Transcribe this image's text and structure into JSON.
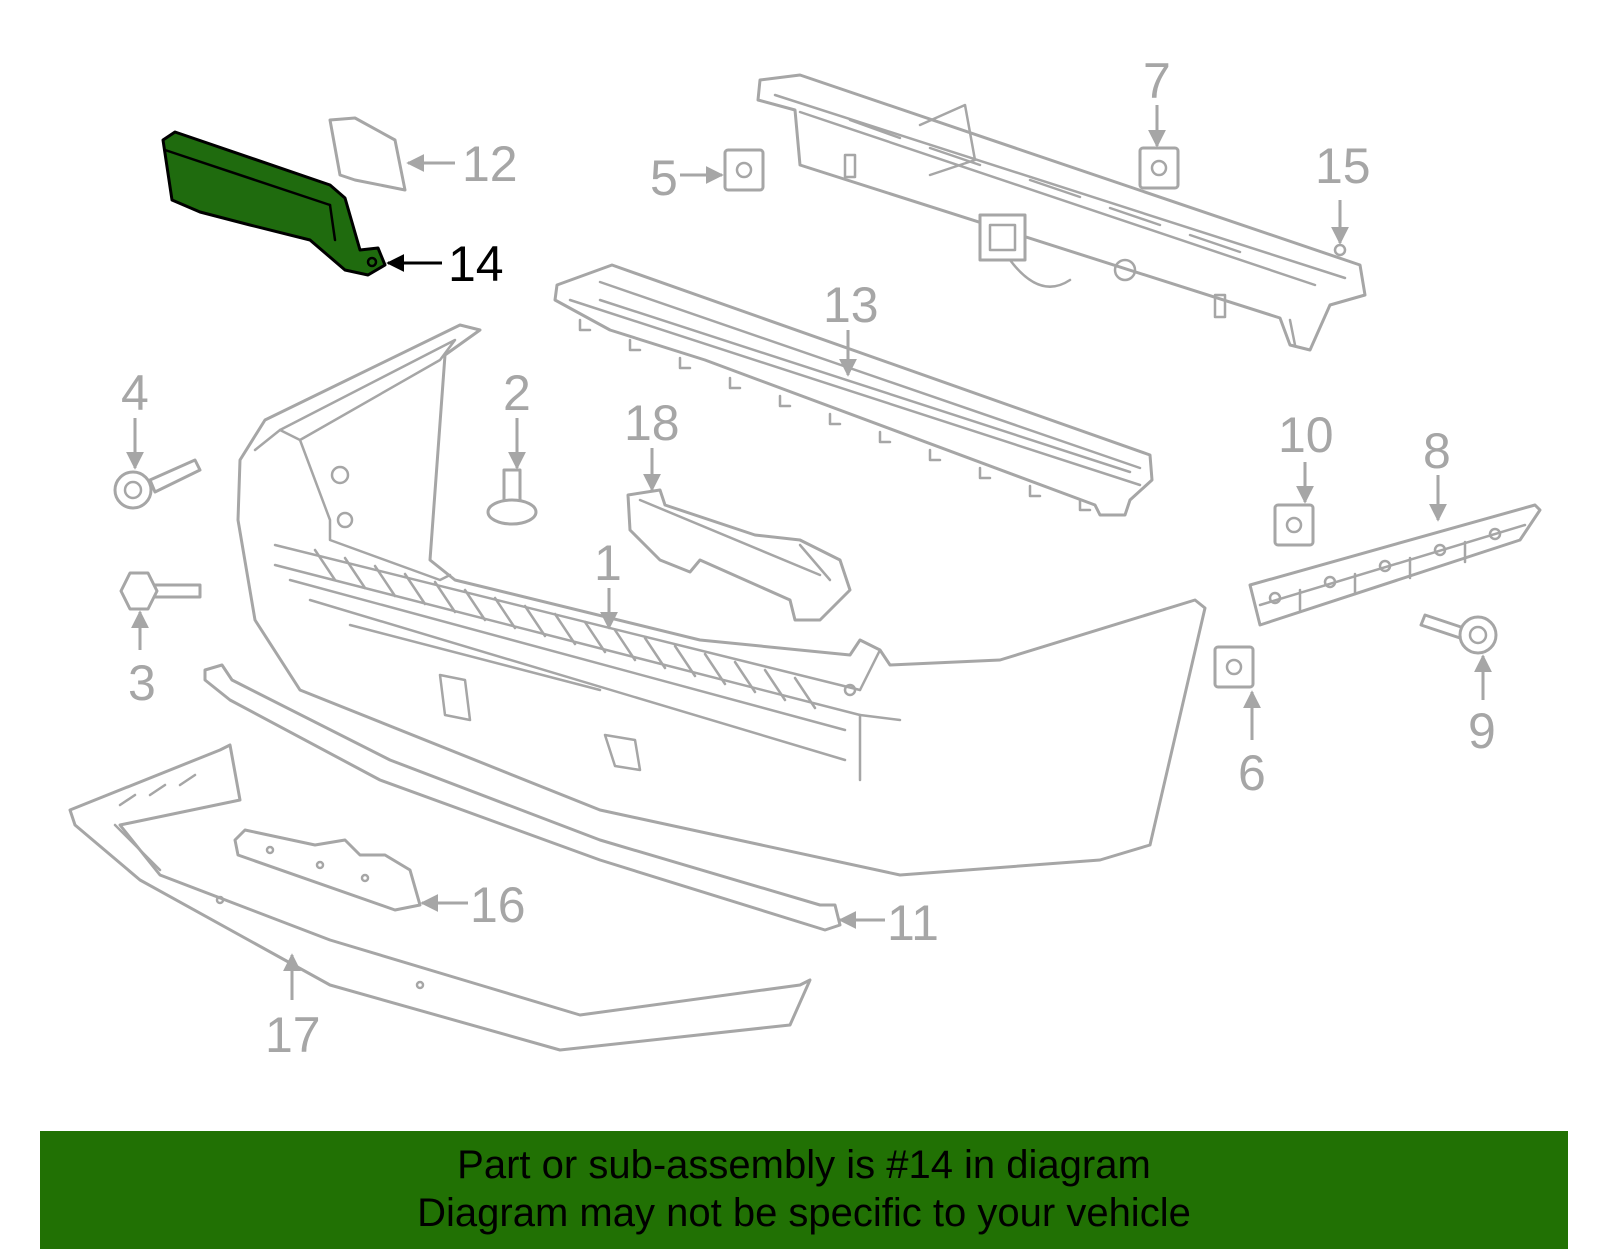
{
  "diagram": {
    "highlight_color": "#1f6b0e",
    "highlighted_callout": "14",
    "callouts": {
      "c1": "1",
      "c2": "2",
      "c3": "3",
      "c4": "4",
      "c5": "5",
      "c6": "6",
      "c7": "7",
      "c8": "8",
      "c9": "9",
      "c10": "10",
      "c11": "11",
      "c12": "12",
      "c13": "13",
      "c14": "14",
      "c15": "15",
      "c16": "16",
      "c17": "17",
      "c18": "18"
    }
  },
  "banner": {
    "background": "#217104",
    "line1": "Part or sub-assembly is #14 in diagram",
    "line2": "Diagram may not be specific to your vehicle"
  }
}
